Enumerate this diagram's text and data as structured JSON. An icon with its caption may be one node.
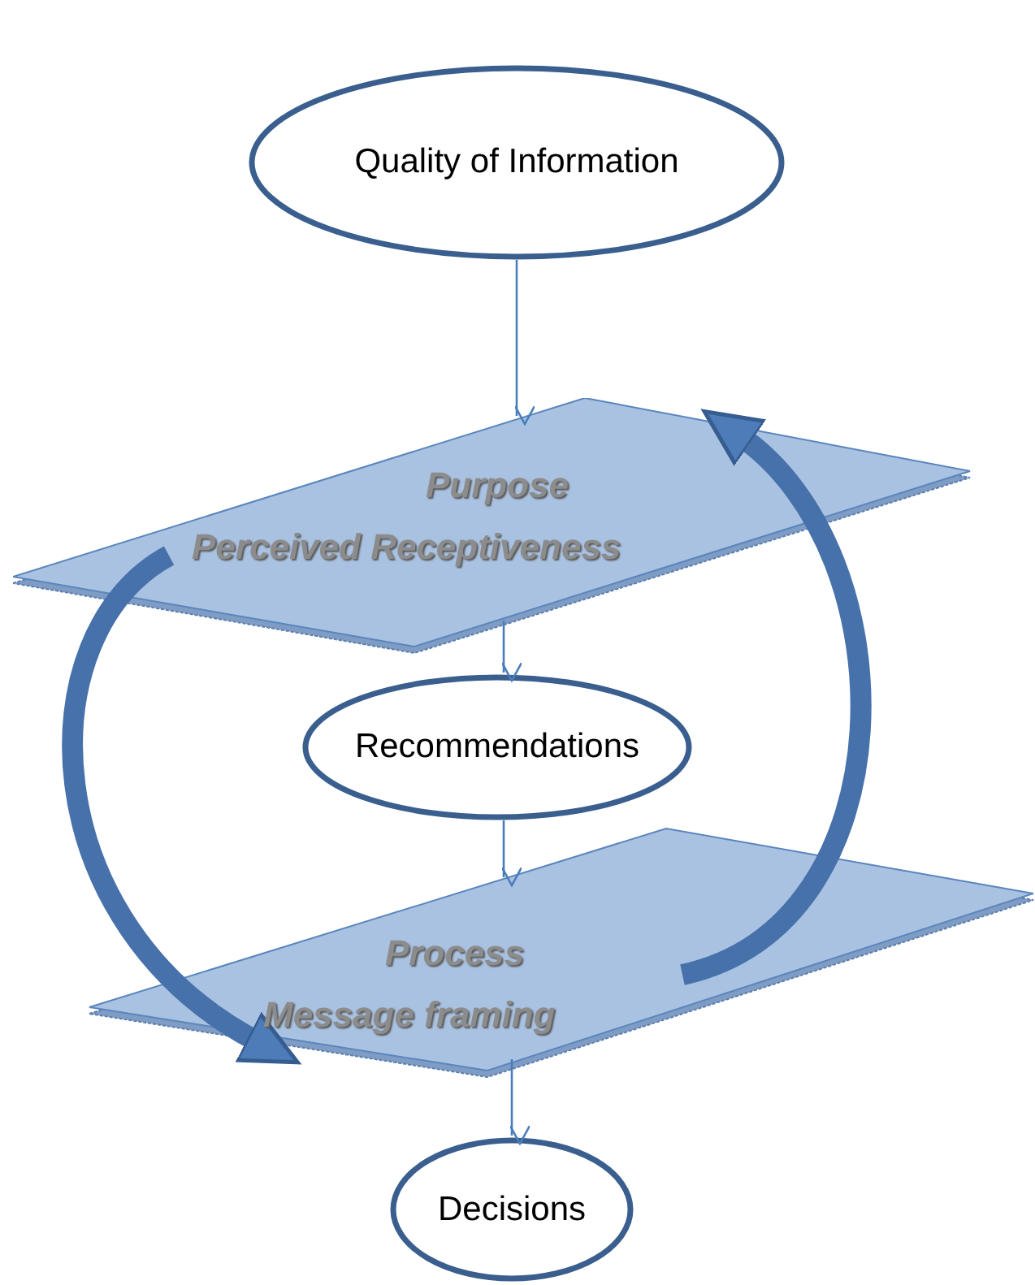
{
  "diagram": {
    "nodes": [
      {
        "text": [
          "Quality of Information"
        ]
      },
      {
        "text": [
          "Purpose",
          "Perceived Receptiveness"
        ]
      },
      {
        "text": [
          "Recommendations"
        ]
      },
      {
        "text": [
          "Process",
          "Message framing"
        ]
      },
      {
        "text": [
          "Decisions"
        ]
      }
    ],
    "edges": [
      {
        "from": 0,
        "to": 1,
        "arrow": "to"
      },
      {
        "from": 1,
        "to": 2,
        "arrow": "to"
      },
      {
        "from": 2,
        "to": 3,
        "arrow": "to"
      },
      {
        "from": 3,
        "to": 4,
        "arrow": "to"
      },
      {
        "from": 1,
        "to": 3,
        "arrow": "to",
        "style": "thick"
      },
      {
        "from": 3,
        "to": 1,
        "arrow": "to",
        "style": "thick"
      }
    ]
  }
}
